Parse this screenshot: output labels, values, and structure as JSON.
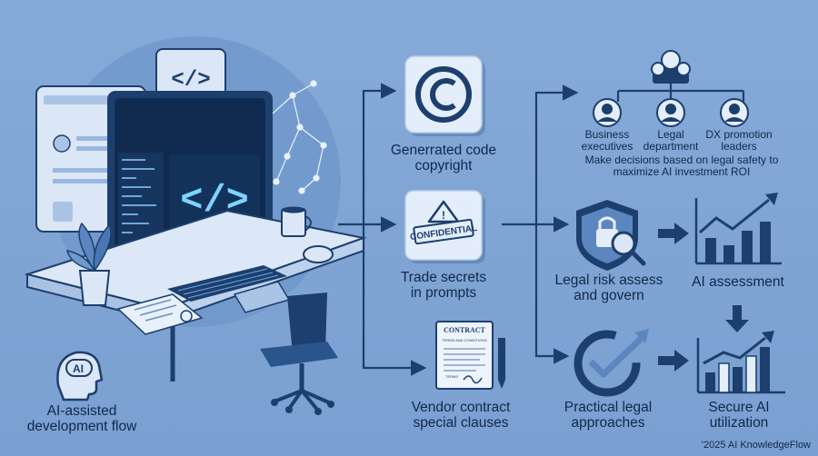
{
  "left": {
    "code_tag": "</>",
    "ai_badge": "AI",
    "caption_lines": [
      "AI-assisted",
      "development flow"
    ]
  },
  "middle": {
    "copyright": {
      "icon": "copyright-icon",
      "lines": [
        "Generrated code",
        "copyright"
      ]
    },
    "confidential": {
      "icon": "confidential-stamp-icon",
      "stamp": "CONFIDENTIAL",
      "lines": [
        "Trade secrets",
        "in prompts"
      ]
    },
    "contract": {
      "icon": "contract-document-icon",
      "title": "CONTRACT",
      "subtitle": "TERMS AND CONDITIONS",
      "footer": "TERMS",
      "lines": [
        "Vendor contract",
        "special clauses"
      ]
    }
  },
  "right": {
    "org": {
      "roles": [
        {
          "lines": [
            "Business",
            "executives"
          ]
        },
        {
          "lines": [
            "Legal",
            "department"
          ]
        },
        {
          "lines": [
            "DX promotion",
            "leaders"
          ]
        }
      ],
      "decision_lines": [
        "Make decisions based on legal safety to",
        "maximize AI investment ROI"
      ]
    },
    "legal_risk": {
      "icon": "shield-lock-icon",
      "lines": [
        "Legal risk assess",
        "and govern"
      ]
    },
    "ai_assessment": {
      "icon": "growth-chart-icon",
      "lines": [
        "AI assessment"
      ]
    },
    "practical": {
      "icon": "cycle-check-icon",
      "lines": [
        "Practical legal",
        "approaches"
      ]
    },
    "secure": {
      "icon": "rising-bar-chart-icon",
      "lines": [
        "Secure AI",
        "utilization"
      ]
    }
  },
  "footer": {
    "copyright": "'2025 AI KnowledgeFlow"
  },
  "colors": {
    "background": "#7ea3d3",
    "navy": "#1d3f6e",
    "card": "#e4eefb",
    "screen": "#0f2a4e",
    "glow": "#7fd3ff"
  }
}
